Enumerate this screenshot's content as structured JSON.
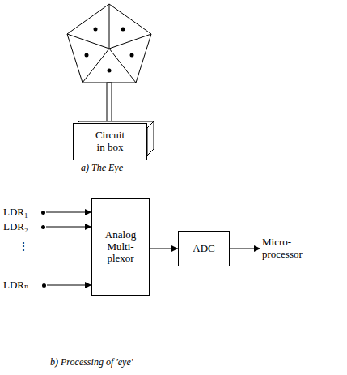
{
  "diagram": {
    "nodes": [
      {
        "text": [
          "Circuit in box"
        ]
      },
      {
        "text": [
          "LDR₁"
        ]
      },
      {
        "text": [
          "LDR₂"
        ]
      },
      {
        "text": [
          "LDRₙ"
        ]
      },
      {
        "text": [
          "Analog Multi- plexor"
        ]
      },
      {
        "text": [
          "ADC"
        ]
      },
      {
        "text": [
          "Micro- processor"
        ]
      }
    ],
    "edges": [
      {
        "from": 1,
        "to": 4,
        "arrow": "to"
      },
      {
        "from": 2,
        "to": 4,
        "arrow": "to"
      },
      {
        "from": 3,
        "to": 4,
        "arrow": "to"
      },
      {
        "from": 4,
        "to": 5,
        "arrow": "to"
      },
      {
        "from": 5,
        "to": 6,
        "arrow": "to"
      }
    ],
    "labels": [
      "a) The Eye",
      "⋮",
      "b) Processing of 'eye'"
    ]
  }
}
